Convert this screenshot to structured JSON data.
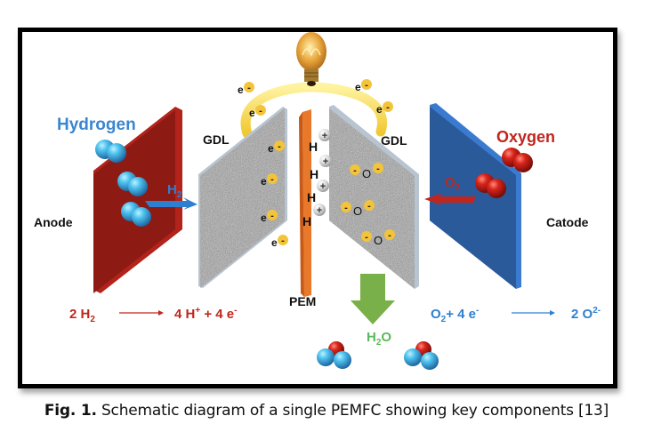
{
  "figure": {
    "title": "Schematic diagram of a single PEMFC",
    "labels": {
      "hydrogen": "Hydrogen",
      "oxygen": "Oxygen",
      "anode": "Anode",
      "catode": "Catode",
      "gdl_left": "GDL",
      "gdl_right": "GDL",
      "pem": "PEM",
      "h2_arrow": "H",
      "h2_sub": "2",
      "o2_arrow": "O",
      "o2_sub": "2",
      "water": "H",
      "water_sub": "2",
      "water_tail": "O",
      "proton_symbol": "H",
      "proton_charge": "+",
      "electron_symbol": "e",
      "electron_charge": "-",
      "oxygen_ion_symbol": "O"
    },
    "equations": {
      "anode": {
        "lhs": "2 H",
        "lhs_sub": "2",
        "rhs": "4 H",
        "rhs_sup": "+",
        "rhs_tail": " + 4 e",
        "rhs_tail_sup": "-"
      },
      "cathode": {
        "lhs": "O",
        "lhs_sub": "2",
        "lhs_tail": "+ 4 e",
        "lhs_tail_sup": "-",
        "rhs": "2 O",
        "rhs_sup": "2-"
      }
    },
    "colors": {
      "anode_plate": "#8e1a14",
      "anode_plate_edge": "#b2231b",
      "cathode_plate": "#2a5a9a",
      "cathode_plate_edge": "#3a7bd0",
      "gdl": "#9a9a9a",
      "pem": "#e8782a",
      "hydrogen_text": "#3a86d0",
      "oxygen_text": "#c0261e",
      "anode_equation": "#c0261e",
      "cathode_equation": "#2f7fd0",
      "water_text": "#5cb85c",
      "water_arrow": "#7ab04a",
      "electron_dot": "#f3c43a",
      "wire": "#f6d64a"
    }
  },
  "caption": {
    "prefix": "Fig. 1.",
    "text": " Schematic diagram of a single PEMFC showing key components [13]"
  }
}
